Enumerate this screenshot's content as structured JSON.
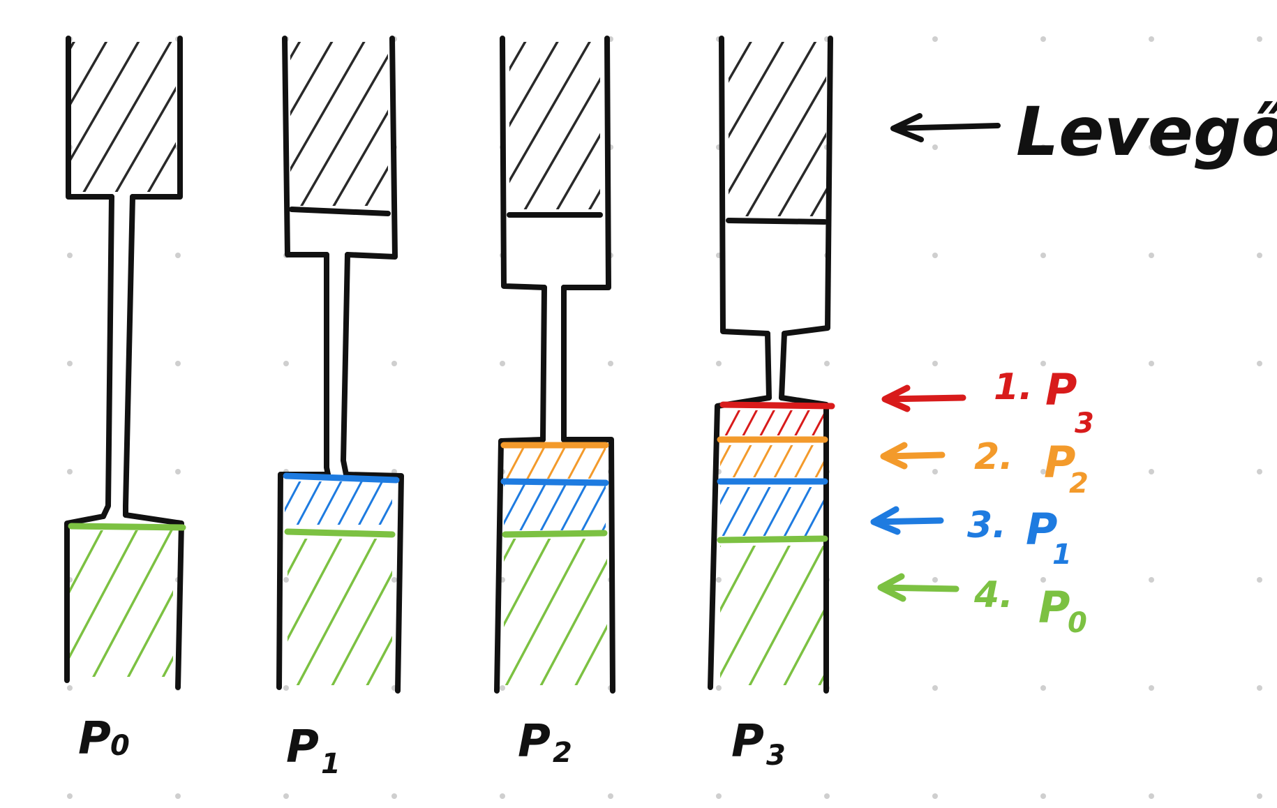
{
  "diagram": {
    "air_label": "Levegő",
    "columns": [
      {
        "id": "p0",
        "label_main": "P",
        "label_sub": "0",
        "layers": [
          "green"
        ]
      },
      {
        "id": "p1",
        "label_main": "P",
        "label_sub": "1",
        "layers": [
          "green",
          "blue"
        ]
      },
      {
        "id": "p2",
        "label_main": "P",
        "label_sub": "2",
        "layers": [
          "green",
          "blue",
          "orange"
        ]
      },
      {
        "id": "p3",
        "label_main": "P",
        "label_sub": "3",
        "layers": [
          "green",
          "blue",
          "orange",
          "red"
        ]
      }
    ],
    "legend": [
      {
        "num": "1.",
        "main": "P",
        "sub": "3",
        "color": "#d81b1b"
      },
      {
        "num": "2.",
        "main": "P",
        "sub": "2",
        "color": "#f39a2b"
      },
      {
        "num": "3.",
        "main": "P",
        "sub": "1",
        "color": "#1e7be0"
      },
      {
        "num": "4.",
        "main": "P",
        "sub": "0",
        "color": "#7cc142"
      }
    ],
    "colors": {
      "ink": "#111111",
      "green": "#7cc142",
      "blue": "#1e7be0",
      "orange": "#f39a2b",
      "red": "#d81b1b",
      "grid_dot": "#cfcfcf"
    }
  }
}
